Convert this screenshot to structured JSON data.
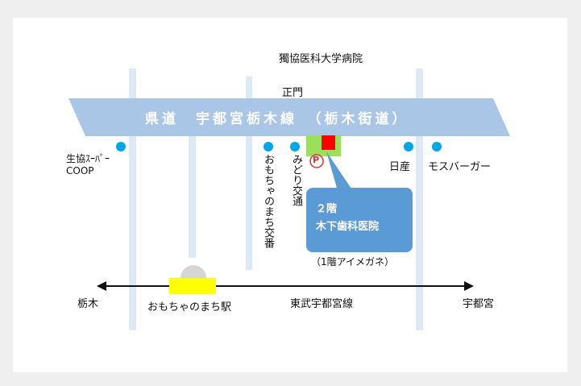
{
  "labels": {
    "hospital": "獨協医科大学病院",
    "main_gate": "正門",
    "route_name": "県道　宇都宮栃木線　（栃木街道）",
    "coop": "生協ｽｰﾊﾟｰ",
    "coop2": "COOP",
    "omocha_police": "おもちゃのまち交番",
    "midori_police": "みどり交通",
    "nissan": "日産",
    "mos": "モスバーガー",
    "parking": "P",
    "clinic_floor": "２階",
    "clinic_name": "木下歯科医院",
    "clinic_sub": "（1階アイメガネ）",
    "tochigi": "栃木",
    "station": "おもちゃのまち駅",
    "line": "東武宇都宮線",
    "utsunomiya": "宇都宮"
  },
  "colors": {
    "road": "#a9c6e6",
    "side_road": "#dde9f5",
    "landmark_dot": "#00a6e8",
    "clinic_callout": "#5b9bd5",
    "clinic_building": "#9be05a",
    "clinic_marker": "#ff0000",
    "station": "#ffff00",
    "station_dome": "#d6d6d6"
  }
}
